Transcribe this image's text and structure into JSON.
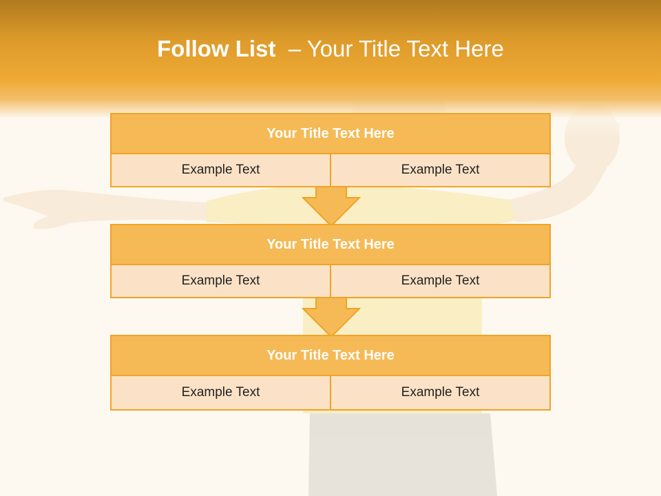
{
  "title": {
    "bold_part": "Follow List",
    "rest": "  – Your Title Text Here"
  },
  "boxes": [
    {
      "title": "Your Title Text Here",
      "left": "Example Text",
      "right": "Example Text"
    },
    {
      "title": "Your Title Text Here",
      "left": "Example Text",
      "right": "Example Text"
    },
    {
      "title": "Your Title Text Here",
      "left": "Example Text",
      "right": "Example Text"
    }
  ],
  "colors": {
    "accent": "#f0a324",
    "header_fill": "#f5ba56",
    "body_fill": "#fbe2c6",
    "band_top": "#b07a1f",
    "band_mid": "#efaa35"
  },
  "icons": [
    "down-arrow-icon",
    "down-arrow-icon"
  ]
}
